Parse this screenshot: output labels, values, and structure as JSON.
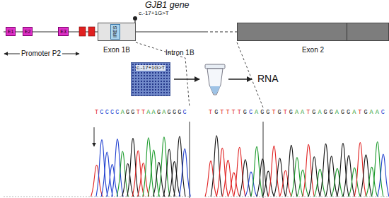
{
  "diagram": {
    "title": "GJB1 gene",
    "nodes": [
      {
        "text": [
          "E1"
        ]
      },
      {
        "text": [
          "E2"
        ]
      },
      {
        "text": [
          "E3"
        ]
      },
      {
        "text": [
          "Exon 1B"
        ]
      },
      {
        "text": [
          "IRES"
        ],
        "in": 3
      },
      {
        "text": [
          "Exon 2"
        ]
      },
      {
        "text": [
          "c.-17+1G>T"
        ]
      }
    ],
    "labels": [
      "c.-17+1G>T",
      "Promoter P2",
      "Intron 1B",
      "RNA",
      "TCCCCAGGTTAAGAGGGC",
      "TGTTTTGCAGGTGTGAATGAGGAGGATGAAC"
    ]
  }
}
